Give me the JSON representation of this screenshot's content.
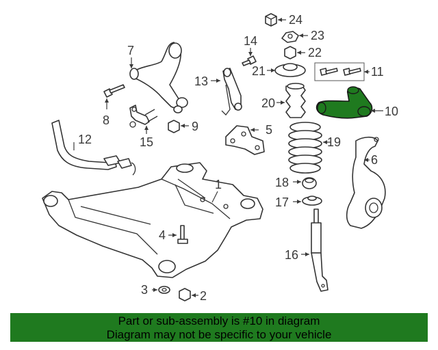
{
  "diagram": {
    "callouts": [
      {
        "id": "1",
        "label": "1"
      },
      {
        "id": "2",
        "label": "2"
      },
      {
        "id": "3",
        "label": "3"
      },
      {
        "id": "4",
        "label": "4"
      },
      {
        "id": "5",
        "label": "5"
      },
      {
        "id": "6",
        "label": "6"
      },
      {
        "id": "7",
        "label": "7"
      },
      {
        "id": "8",
        "label": "8"
      },
      {
        "id": "9",
        "label": "9"
      },
      {
        "id": "10",
        "label": "10"
      },
      {
        "id": "11",
        "label": "11"
      },
      {
        "id": "12",
        "label": "12"
      },
      {
        "id": "13",
        "label": "13"
      },
      {
        "id": "14",
        "label": "14"
      },
      {
        "id": "15",
        "label": "15"
      },
      {
        "id": "16",
        "label": "16"
      },
      {
        "id": "17",
        "label": "17"
      },
      {
        "id": "18",
        "label": "18"
      },
      {
        "id": "19",
        "label": "19"
      },
      {
        "id": "20",
        "label": "20"
      },
      {
        "id": "21",
        "label": "21"
      },
      {
        "id": "22",
        "label": "22"
      },
      {
        "id": "23",
        "label": "23"
      },
      {
        "id": "24",
        "label": "24"
      }
    ],
    "highlight_color": "#1f7a1f",
    "highlighted_part": "10"
  },
  "banner": {
    "line1": "Part or sub-assembly is #10 in diagram",
    "line2": "Diagram may not be specific to your vehicle",
    "color": "#1f7a1f"
  }
}
